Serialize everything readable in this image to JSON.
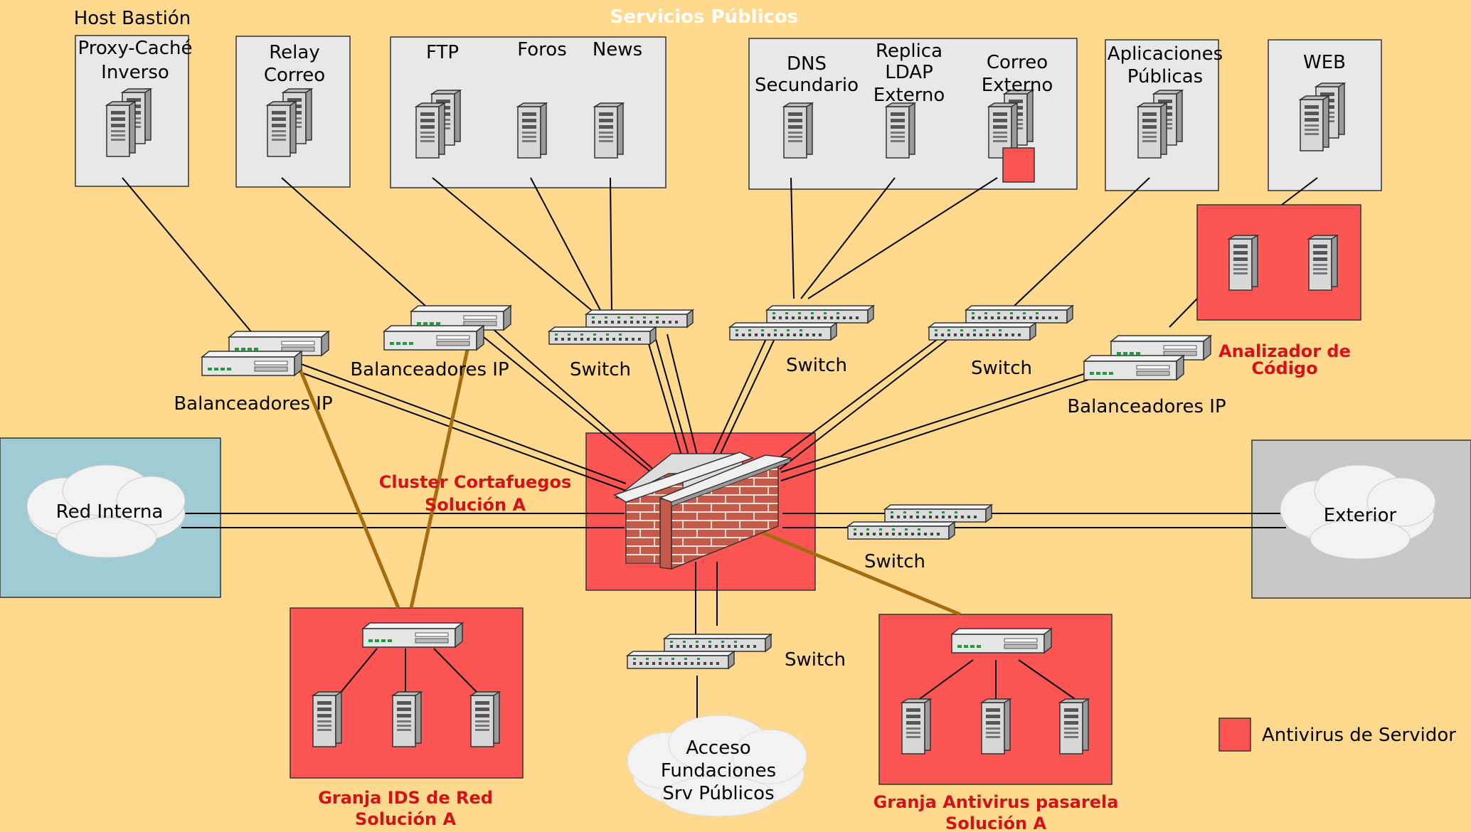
{
  "title": "Servicios Públicos",
  "labels": {
    "host_bastion": "Host Bastión",
    "proxy_1": "Proxy-Caché",
    "proxy_2": "Inverso",
    "relay_1": "Relay",
    "relay_2": "Correo",
    "ftp": "FTP",
    "foros": "Foros",
    "news": "News",
    "dns_1": "DNS",
    "dns_2": "Secundario",
    "ldap_1": "Replica",
    "ldap_2": "LDAP",
    "ldap_3": "Externo",
    "correo_ext_1": "Correo",
    "correo_ext_2": "Externo",
    "apps_1": "Aplicaciones",
    "apps_2": "Públicas",
    "web": "WEB",
    "balanceadores": "Balanceadores IP",
    "switch": "Switch",
    "analizador_1": "Analizador de",
    "analizador_2": "Código",
    "cluster_1": "Cluster Cortafuegos",
    "cluster_2": "Solución A",
    "red_interna": "Red Interna",
    "exterior": "Exterior",
    "ids_1": "Granja IDS de Red",
    "ids_2": "Solución A",
    "acceso_1": "Acceso",
    "acceso_2": "Fundaciones",
    "acceso_3": "Srv Públicos",
    "av_1": "Granja Antivirus pasarela",
    "av_2": "Solución A",
    "legend": "Antivirus de Servidor"
  },
  "colors": {
    "background": "#ffd98e",
    "red_zone": "#fd5454",
    "label_red": "#d4121a",
    "internal_net": "#9ecbd4",
    "external_net": "#c8c8c8",
    "box": "#e8e8e8",
    "ids_link": "#a66d10",
    "brick": "#c65a4a"
  }
}
